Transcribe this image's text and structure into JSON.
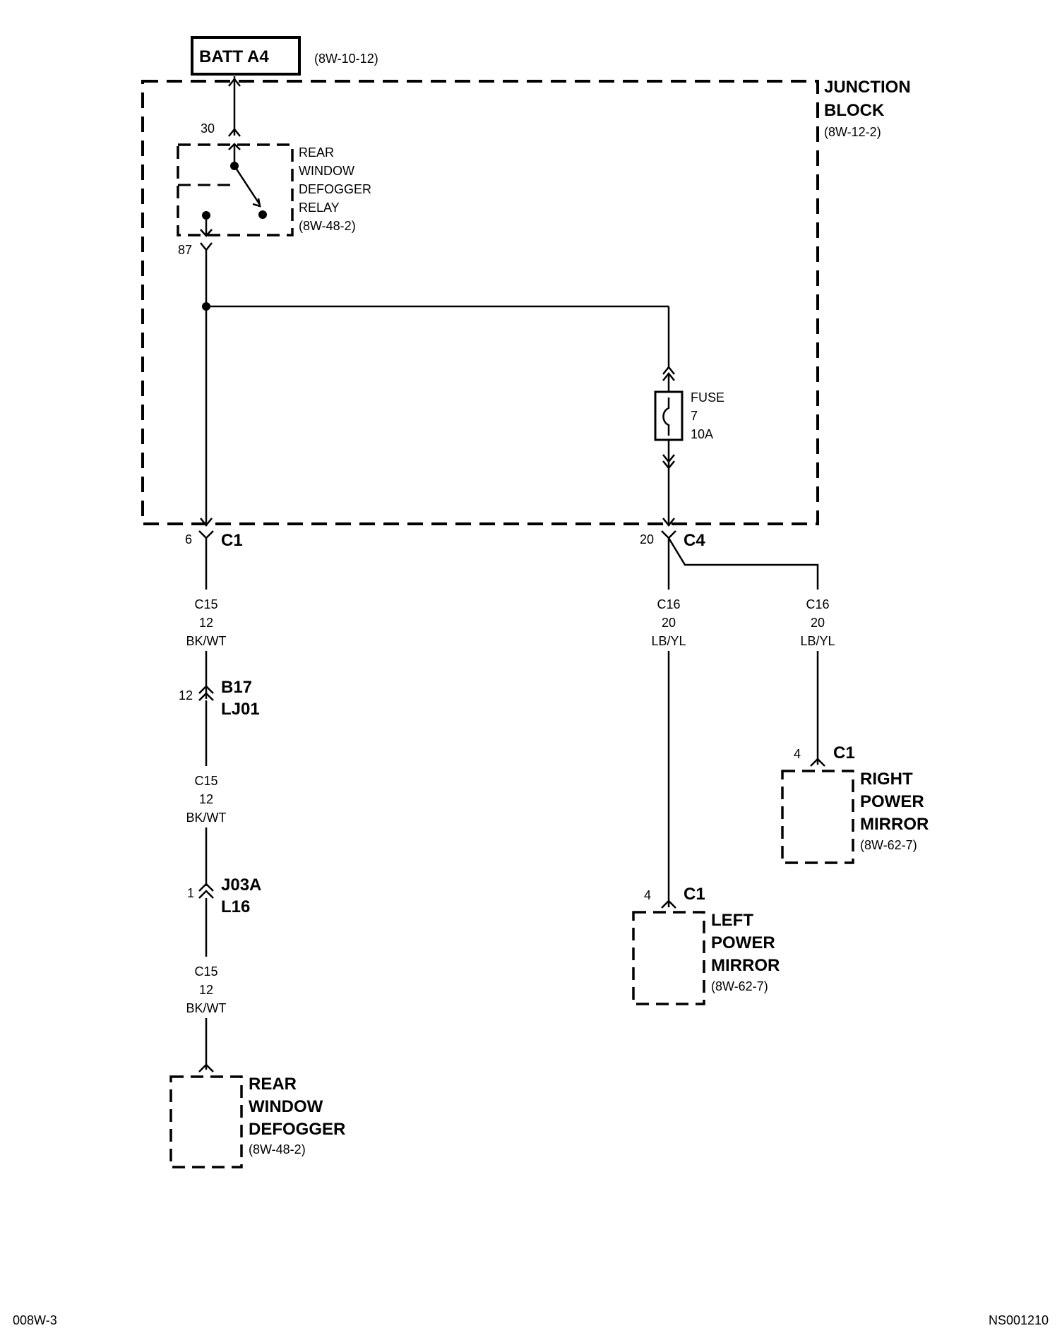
{
  "battery": {
    "label": "BATT A4",
    "ref": "(8W-10-12)"
  },
  "junction_block": {
    "line1": "JUNCTION",
    "line2": "BLOCK",
    "ref": "(8W-12-2)"
  },
  "relay": {
    "line1": "REAR",
    "line2": "WINDOW",
    "line3": "DEFOGGER",
    "line4": "RELAY",
    "ref": "(8W-48-2)",
    "pin_in": "30",
    "pin_out": "87"
  },
  "fuse": {
    "line1": "FUSE",
    "line2": "7",
    "line3": "10A"
  },
  "connector_c1": {
    "pin": "6",
    "name": "C1"
  },
  "connector_c4": {
    "pin": "20",
    "name": "C4"
  },
  "wire_c15": {
    "circuit": "C15",
    "gauge": "12",
    "color": "BK/WT"
  },
  "wire_c16": {
    "circuit": "C16",
    "gauge": "20",
    "color": "LB/YL"
  },
  "splice_b17": {
    "pin": "12",
    "line1": "B17",
    "line2": "LJ01"
  },
  "splice_j03a": {
    "pin": "1",
    "line1": "J03A",
    "line2": "L16"
  },
  "right_mirror": {
    "pin": "4",
    "conn": "C1",
    "line1": "RIGHT",
    "line2": "POWER",
    "line3": "MIRROR",
    "ref": "(8W-62-7)"
  },
  "left_mirror": {
    "pin": "4",
    "conn": "C1",
    "line1": "LEFT",
    "line2": "POWER",
    "line3": "MIRROR",
    "ref": "(8W-62-7)"
  },
  "defogger": {
    "line1": "REAR",
    "line2": "WINDOW",
    "line3": "DEFOGGER",
    "ref": "(8W-48-2)"
  },
  "footer": {
    "left": "008W-3",
    "right": "NS001210"
  }
}
